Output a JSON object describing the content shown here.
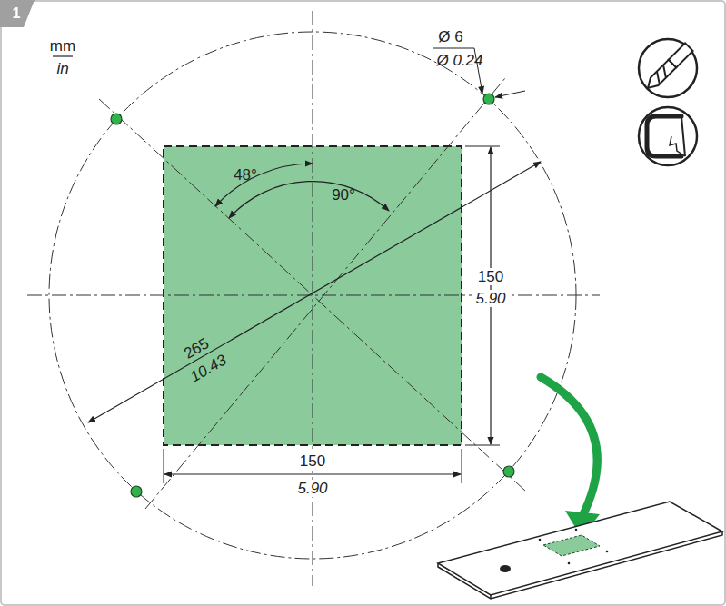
{
  "diagram": {
    "labels": [
      "1",
      "mm",
      "in",
      "Ø 6",
      "Ø 0.24",
      "48°",
      "90°",
      "265",
      "10.43",
      "150",
      "5.90",
      "150",
      "5.90"
    ]
  }
}
